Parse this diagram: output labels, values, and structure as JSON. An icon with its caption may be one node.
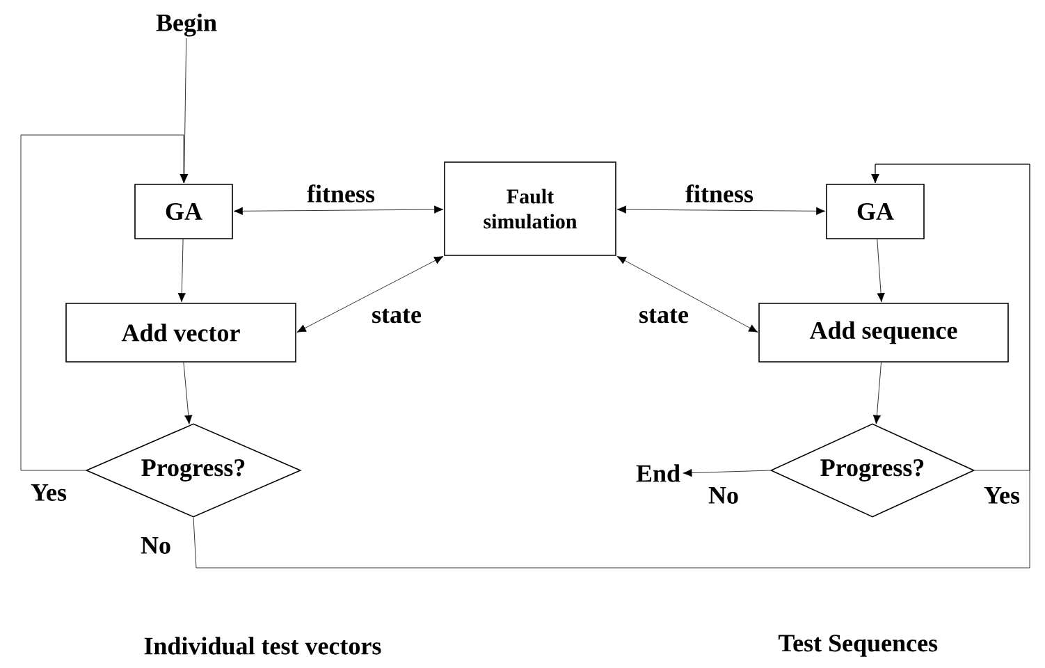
{
  "diagram": {
    "nodes": [
      {
        "text": [
          "Begin"
        ]
      },
      {
        "text": [
          "GA"
        ]
      },
      {
        "text": [
          "Fault simulation"
        ]
      },
      {
        "text": [
          "GA"
        ]
      },
      {
        "text": [
          "Add  vector"
        ]
      },
      {
        "text": [
          "Add  sequence"
        ]
      },
      {
        "text": [
          "Progress?"
        ]
      },
      {
        "text": [
          "End"
        ]
      },
      {
        "text": [
          "Progress?"
        ]
      }
    ],
    "edges": [
      {
        "from": 0,
        "to": 1,
        "arrow": "to"
      },
      {
        "from": 1,
        "to": 2,
        "arrow": "both",
        "label": "fitness"
      },
      {
        "from": 2,
        "to": 3,
        "arrow": "both",
        "label": "fitness"
      },
      {
        "from": 1,
        "to": 4,
        "arrow": "to"
      },
      {
        "from": 4,
        "to": 2,
        "arrow": "both",
        "label": "state"
      },
      {
        "from": 2,
        "to": 5,
        "arrow": "both",
        "label": "state"
      },
      {
        "from": 3,
        "to": 5,
        "arrow": "to"
      },
      {
        "from": 4,
        "to": 6,
        "arrow": "to"
      },
      {
        "from": 6,
        "to": 1,
        "arrow": "to",
        "label": "Yes"
      },
      {
        "from": 6,
        "to": 3,
        "arrow": "to",
        "label": "No"
      },
      {
        "from": 5,
        "to": 8,
        "arrow": "to"
      },
      {
        "from": 8,
        "to": 7,
        "arrow": "to",
        "label": "No"
      },
      {
        "from": 8,
        "to": 3,
        "arrow": "to",
        "label": "Yes"
      }
    ],
    "labels": [
      "Individual test vectors",
      "Test Sequences"
    ]
  }
}
